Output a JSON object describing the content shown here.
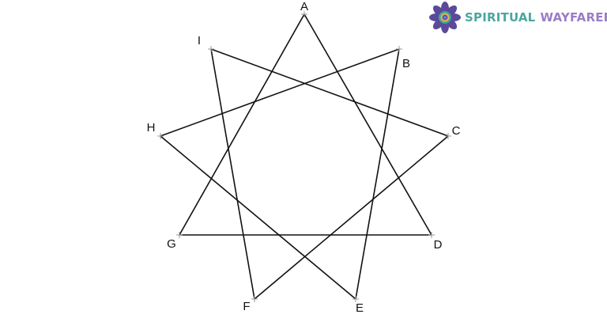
{
  "logo": {
    "word1": "SPIRITUAL",
    "word2": "WAYFARER",
    "colors": {
      "word1": "#4aa7a0",
      "word2": "#9a7cc8",
      "flower": "#5b4a9a"
    }
  },
  "diagram": {
    "vertices": [
      "A",
      "B",
      "C",
      "D",
      "E",
      "F",
      "G",
      "H",
      "I"
    ],
    "triangles": [
      [
        "A",
        "D",
        "G"
      ],
      [
        "B",
        "E",
        "H"
      ],
      [
        "C",
        "F",
        "I"
      ]
    ],
    "line_color": "#111111"
  }
}
